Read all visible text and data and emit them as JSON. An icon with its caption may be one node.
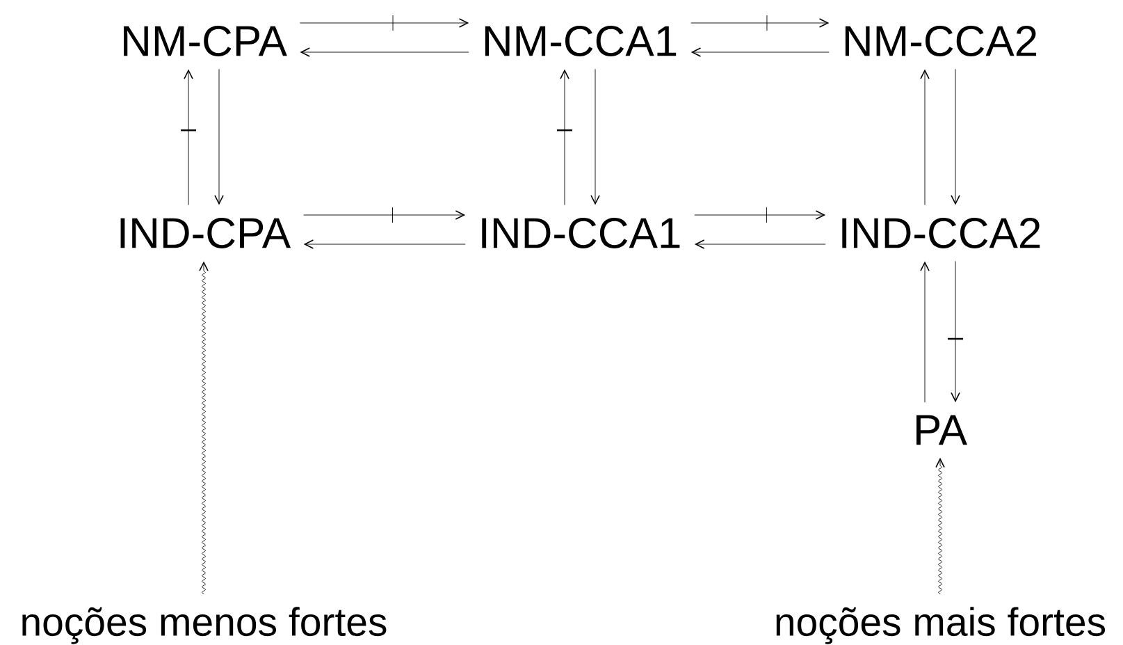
{
  "diagram": {
    "nodes": [
      {
        "text": [
          "NM-CPA"
        ]
      },
      {
        "text": [
          "NM-CCA1"
        ]
      },
      {
        "text": [
          "NM-CCA2"
        ]
      },
      {
        "text": [
          "IND-CPA"
        ]
      },
      {
        "text": [
          "IND-CCA1"
        ]
      },
      {
        "text": [
          "IND-CCA2"
        ]
      },
      {
        "text": [
          "PA"
        ]
      },
      {
        "text": [
          "noções menos fortes"
        ]
      },
      {
        "text": [
          "noções mais fortes"
        ]
      }
    ],
    "edges": [
      {
        "from": 0,
        "to": 1,
        "arrow": "to"
      },
      {
        "from": 1,
        "to": 0,
        "arrow": "to"
      },
      {
        "from": 1,
        "to": 2,
        "arrow": "to"
      },
      {
        "from": 2,
        "to": 1,
        "arrow": "to"
      },
      {
        "from": 3,
        "to": 4,
        "arrow": "to"
      },
      {
        "from": 4,
        "to": 3,
        "arrow": "to"
      },
      {
        "from": 4,
        "to": 5,
        "arrow": "to"
      },
      {
        "from": 5,
        "to": 4,
        "arrow": "to"
      },
      {
        "from": 3,
        "to": 0,
        "arrow": "to"
      },
      {
        "from": 0,
        "to": 3,
        "arrow": "to"
      },
      {
        "from": 4,
        "to": 1,
        "arrow": "to"
      },
      {
        "from": 1,
        "to": 4,
        "arrow": "to"
      },
      {
        "from": 5,
        "to": 2,
        "arrow": "to"
      },
      {
        "from": 2,
        "to": 5,
        "arrow": "to"
      },
      {
        "from": 6,
        "to": 5,
        "arrow": "to"
      },
      {
        "from": 5,
        "to": 6,
        "arrow": "to"
      },
      {
        "from": 7,
        "to": 3,
        "arrow": "to"
      },
      {
        "from": 8,
        "to": 6,
        "arrow": "to"
      }
    ]
  }
}
